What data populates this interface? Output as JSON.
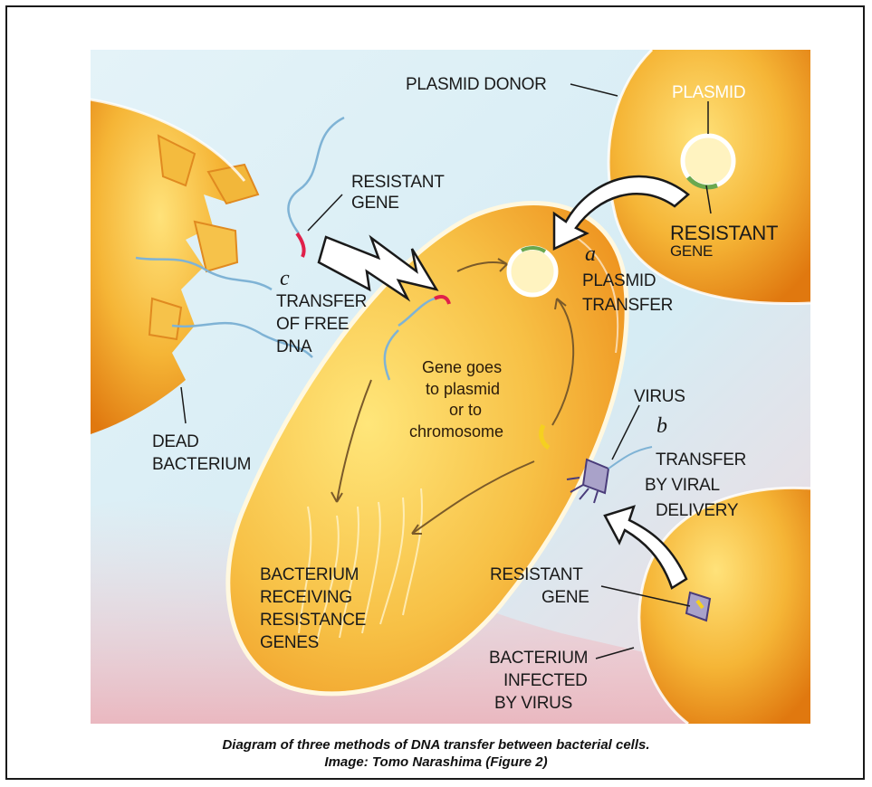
{
  "labels": {
    "plasmid_donor": "PLASMID DONOR",
    "plasmid": "PLASMID",
    "resistant_gene_top_l1": "RESISTANT",
    "resistant_gene_top_l2": "GENE",
    "resistant_gene_right_l1": "RESISTANT",
    "resistant_gene_right_l2": "GENE",
    "method_a_letter": "a",
    "method_a_l1": "PLASMID",
    "method_a_l2": "TRANSFER",
    "method_c_letter": "c",
    "method_c_l1": "TRANSFER",
    "method_c_l2": "OF FREE",
    "method_c_l3": "DNA",
    "gene_goes_l1": "Gene goes",
    "gene_goes_l2": "to plasmid",
    "gene_goes_l3": "or to",
    "gene_goes_l4": "chromosome",
    "virus": "VIRUS",
    "method_b_letter": "b",
    "method_b_l1": "TRANSFER",
    "method_b_l2": "BY VIRAL",
    "method_b_l3": "DELIVERY",
    "dead_bacterium_l1": "DEAD",
    "dead_bacterium_l2": "BACTERIUM",
    "receiving_l1": "BACTERIUM",
    "receiving_l2": "RECEIVING",
    "receiving_l3": "RESISTANCE",
    "receiving_l4": "GENES",
    "resistant_gene_bottom_l1": "RESISTANT",
    "resistant_gene_bottom_l2": "GENE",
    "infected_l1": "BACTERIUM",
    "infected_l2": "INFECTED",
    "infected_l3": "BY VIRUS"
  },
  "caption": {
    "line1": "Diagram of three methods of DNA transfer between bacterial cells.",
    "line2": "Image: Tomo Narashima (Figure 2)"
  },
  "colors": {
    "cell_fill": "#f2b43a",
    "cell_edge": "#e07a12",
    "background_wash": "#d9eef5",
    "gene_red": "#e0204a",
    "gene_green": "#6aa84f",
    "dna_blue": "#7fb3d5"
  }
}
